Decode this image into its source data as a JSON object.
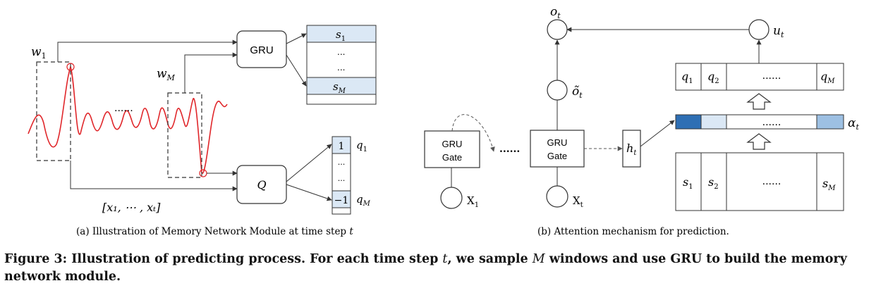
{
  "left_panel": {
    "w1": "w",
    "w1_sub": "1",
    "wM": "w",
    "wM_sub": "M",
    "dots": "......",
    "gru": "GRU",
    "q_box": "Q",
    "x_range": "[x₁, ⋯ , xₜ]",
    "memory": {
      "s_first": "s",
      "s_first_sub": "1",
      "dots1": "...",
      "dots2": "...",
      "s_last": "s",
      "s_last_sub": "M"
    },
    "q_column": {
      "v_first": "1",
      "dots1": "...",
      "dots2": "...",
      "v_last": "−1",
      "q1": "q",
      "q1_sub": "1",
      "qM": "q",
      "qM_sub": "M"
    },
    "subcaption": "(a)  Illustration of Memory Network Module at time step",
    "subcaption_var": "t"
  },
  "right_panel": {
    "o": "o",
    "o_sub": "t",
    "u": "u",
    "u_sub": "t",
    "otilde": "õ",
    "otilde_sub": "t",
    "gru_gate_1": [
      "GRU",
      "Gate"
    ],
    "gru_gate_2": [
      "GRU",
      "Gate"
    ],
    "dots_between": "......",
    "h": "h",
    "h_sub": "t",
    "x1": "X",
    "x1_sub": "1",
    "xt": "X",
    "xt_sub": "t",
    "q_row": {
      "q1": "q",
      "q1_sub": "1",
      "q2": "q",
      "q2_sub": "2",
      "dots": "......",
      "qM": "q",
      "qM_sub": "M"
    },
    "alpha_row": {
      "dots": "......",
      "alpha": "α",
      "alpha_sub": "t",
      "colors": [
        "#2e6fb4",
        "#dbe8f5",
        "#ffffff",
        "#9dc0e3"
      ]
    },
    "s_row": {
      "s1": "s",
      "s1_sub": "1",
      "s2": "s",
      "s2_sub": "2",
      "dots": "......",
      "sM": "s",
      "sM_sub": "M"
    },
    "subcaption": "(b)  Attention mechanism for prediction."
  },
  "caption": {
    "prefix": "Figure 3: Illustration of predicting process. For each time step",
    "var_t": "t",
    "middle": ", we sample",
    "var_M": "M",
    "suffix": "windows and use GRU to build the memory network module."
  },
  "colors": {
    "signal": "#e0262a",
    "box_fill": "#dbe8f5",
    "line": "#333333"
  }
}
